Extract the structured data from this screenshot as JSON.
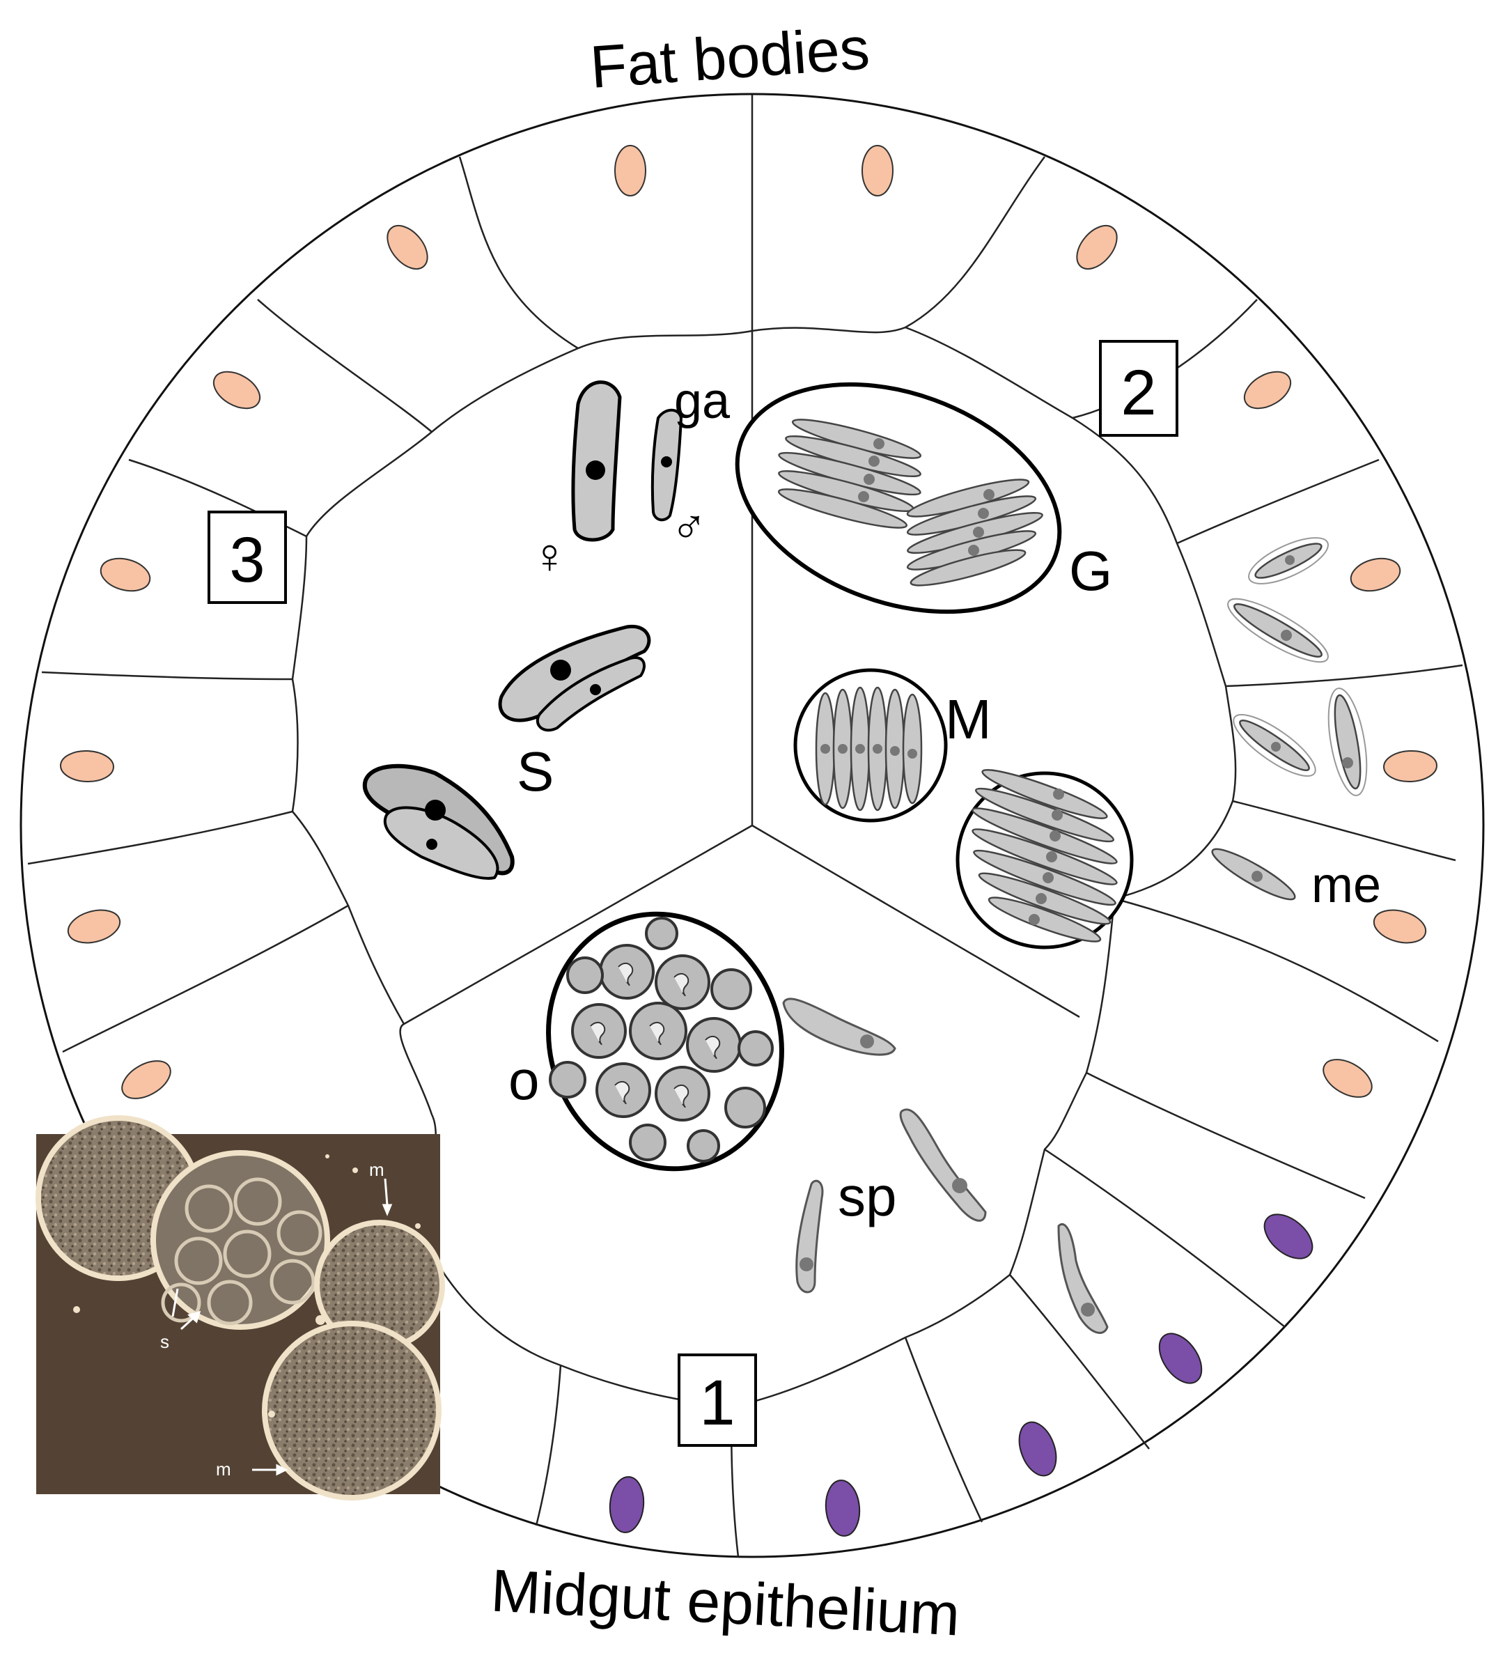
{
  "title_top": "Fat bodies",
  "title_bottom": "Midgut epithelium",
  "sectors": [
    {
      "number": "1"
    },
    {
      "number": "2"
    },
    {
      "number": "3"
    }
  ],
  "stage_labels": {
    "gametes": "ga",
    "female": "♀",
    "male": "♂",
    "syzygy": "S",
    "gamont": "G",
    "meront": "M",
    "merozoite": "me",
    "oocyst": "o",
    "sporozoite": "sp"
  },
  "inset": {
    "labels": {
      "m_top": "m",
      "s": "s",
      "m_bottom": "m"
    }
  },
  "colors": {
    "fat_nucleus": "#f7c3a4",
    "midgut_nucleus": "#7b4ea8",
    "parasite": "#c8c8c8",
    "parasite_nucleus": "#777777",
    "inset_background": "#4a3b2e"
  }
}
